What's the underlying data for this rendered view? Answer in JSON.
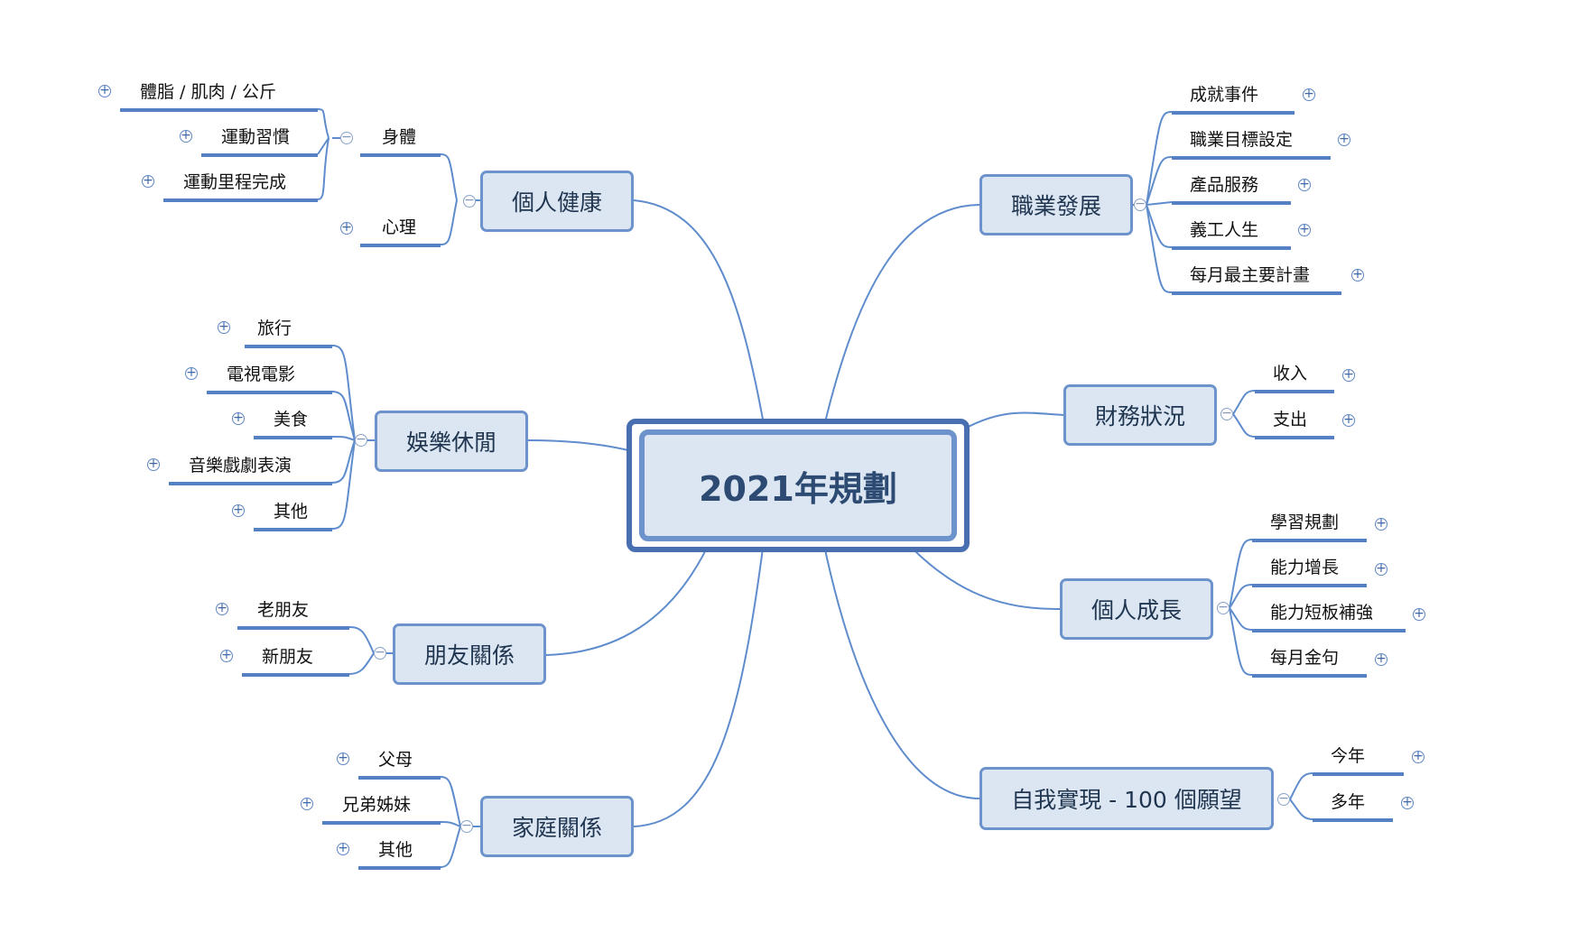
{
  "central": {
    "title": "2021年規劃"
  },
  "branches": [
    {
      "key": "health",
      "title": "個人健康",
      "toggle": "minus",
      "groups": [
        {
          "title": "身體",
          "toggle": "minus",
          "items": [
            {
              "label": "體脂  / 肌肉 /  公斤",
              "toggle": "plus"
            },
            {
              "label": "運動習慣",
              "toggle": "plus"
            },
            {
              "label": "運動里程完成",
              "toggle": "plus"
            }
          ]
        },
        {
          "title": "心理",
          "toggle": "plus",
          "items": []
        }
      ]
    },
    {
      "key": "leisure",
      "title": "娛樂休閒",
      "toggle": "minus",
      "items": [
        {
          "label": "旅行",
          "toggle": "plus"
        },
        {
          "label": "電視電影",
          "toggle": "plus"
        },
        {
          "label": "美食",
          "toggle": "plus"
        },
        {
          "label": "音樂戲劇表演",
          "toggle": "plus"
        },
        {
          "label": "其他",
          "toggle": "plus"
        }
      ]
    },
    {
      "key": "friends",
      "title": "朋友關係",
      "toggle": "minus",
      "items": [
        {
          "label": "老朋友",
          "toggle": "plus"
        },
        {
          "label": "新朋友",
          "toggle": "plus"
        }
      ]
    },
    {
      "key": "family",
      "title": "家庭關係",
      "toggle": "minus",
      "items": [
        {
          "label": "父母",
          "toggle": "plus"
        },
        {
          "label": "兄弟姊妹",
          "toggle": "plus"
        },
        {
          "label": "其他",
          "toggle": "plus"
        }
      ]
    },
    {
      "key": "career",
      "title": "職業發展",
      "toggle": "minus",
      "items": [
        {
          "label": "成就事件",
          "toggle": "plus"
        },
        {
          "label": "職業目標設定",
          "toggle": "plus"
        },
        {
          "label": "產品服務",
          "toggle": "plus"
        },
        {
          "label": "義工人生",
          "toggle": "plus"
        },
        {
          "label": "每月最主要計畫",
          "toggle": "plus"
        }
      ]
    },
    {
      "key": "finance",
      "title": "財務狀況",
      "toggle": "minus",
      "items": [
        {
          "label": "收入",
          "toggle": "plus"
        },
        {
          "label": "支出",
          "toggle": "plus"
        }
      ]
    },
    {
      "key": "growth",
      "title": "個人成長",
      "toggle": "minus",
      "items": [
        {
          "label": "學習規劃",
          "toggle": "plus"
        },
        {
          "label": "能力增長",
          "toggle": "plus"
        },
        {
          "label": "能力短板補強",
          "toggle": "plus"
        },
        {
          "label": "每月金句",
          "toggle": "plus"
        }
      ]
    },
    {
      "key": "wishes",
      "title": "自我實現 - 100 個願望",
      "toggle": "minus",
      "items": [
        {
          "label": "今年",
          "toggle": "plus"
        },
        {
          "label": "多年",
          "toggle": "plus"
        }
      ]
    }
  ],
  "colors": {
    "line": "#5f8ccc",
    "underline": "#5580c4",
    "topic_fill": "#dce6f2",
    "topic_border": "#6d93cc",
    "central_border": "#4a6fb0"
  },
  "icons": {
    "plus": "expand-plus-icon",
    "minus": "collapse-minus-icon"
  }
}
